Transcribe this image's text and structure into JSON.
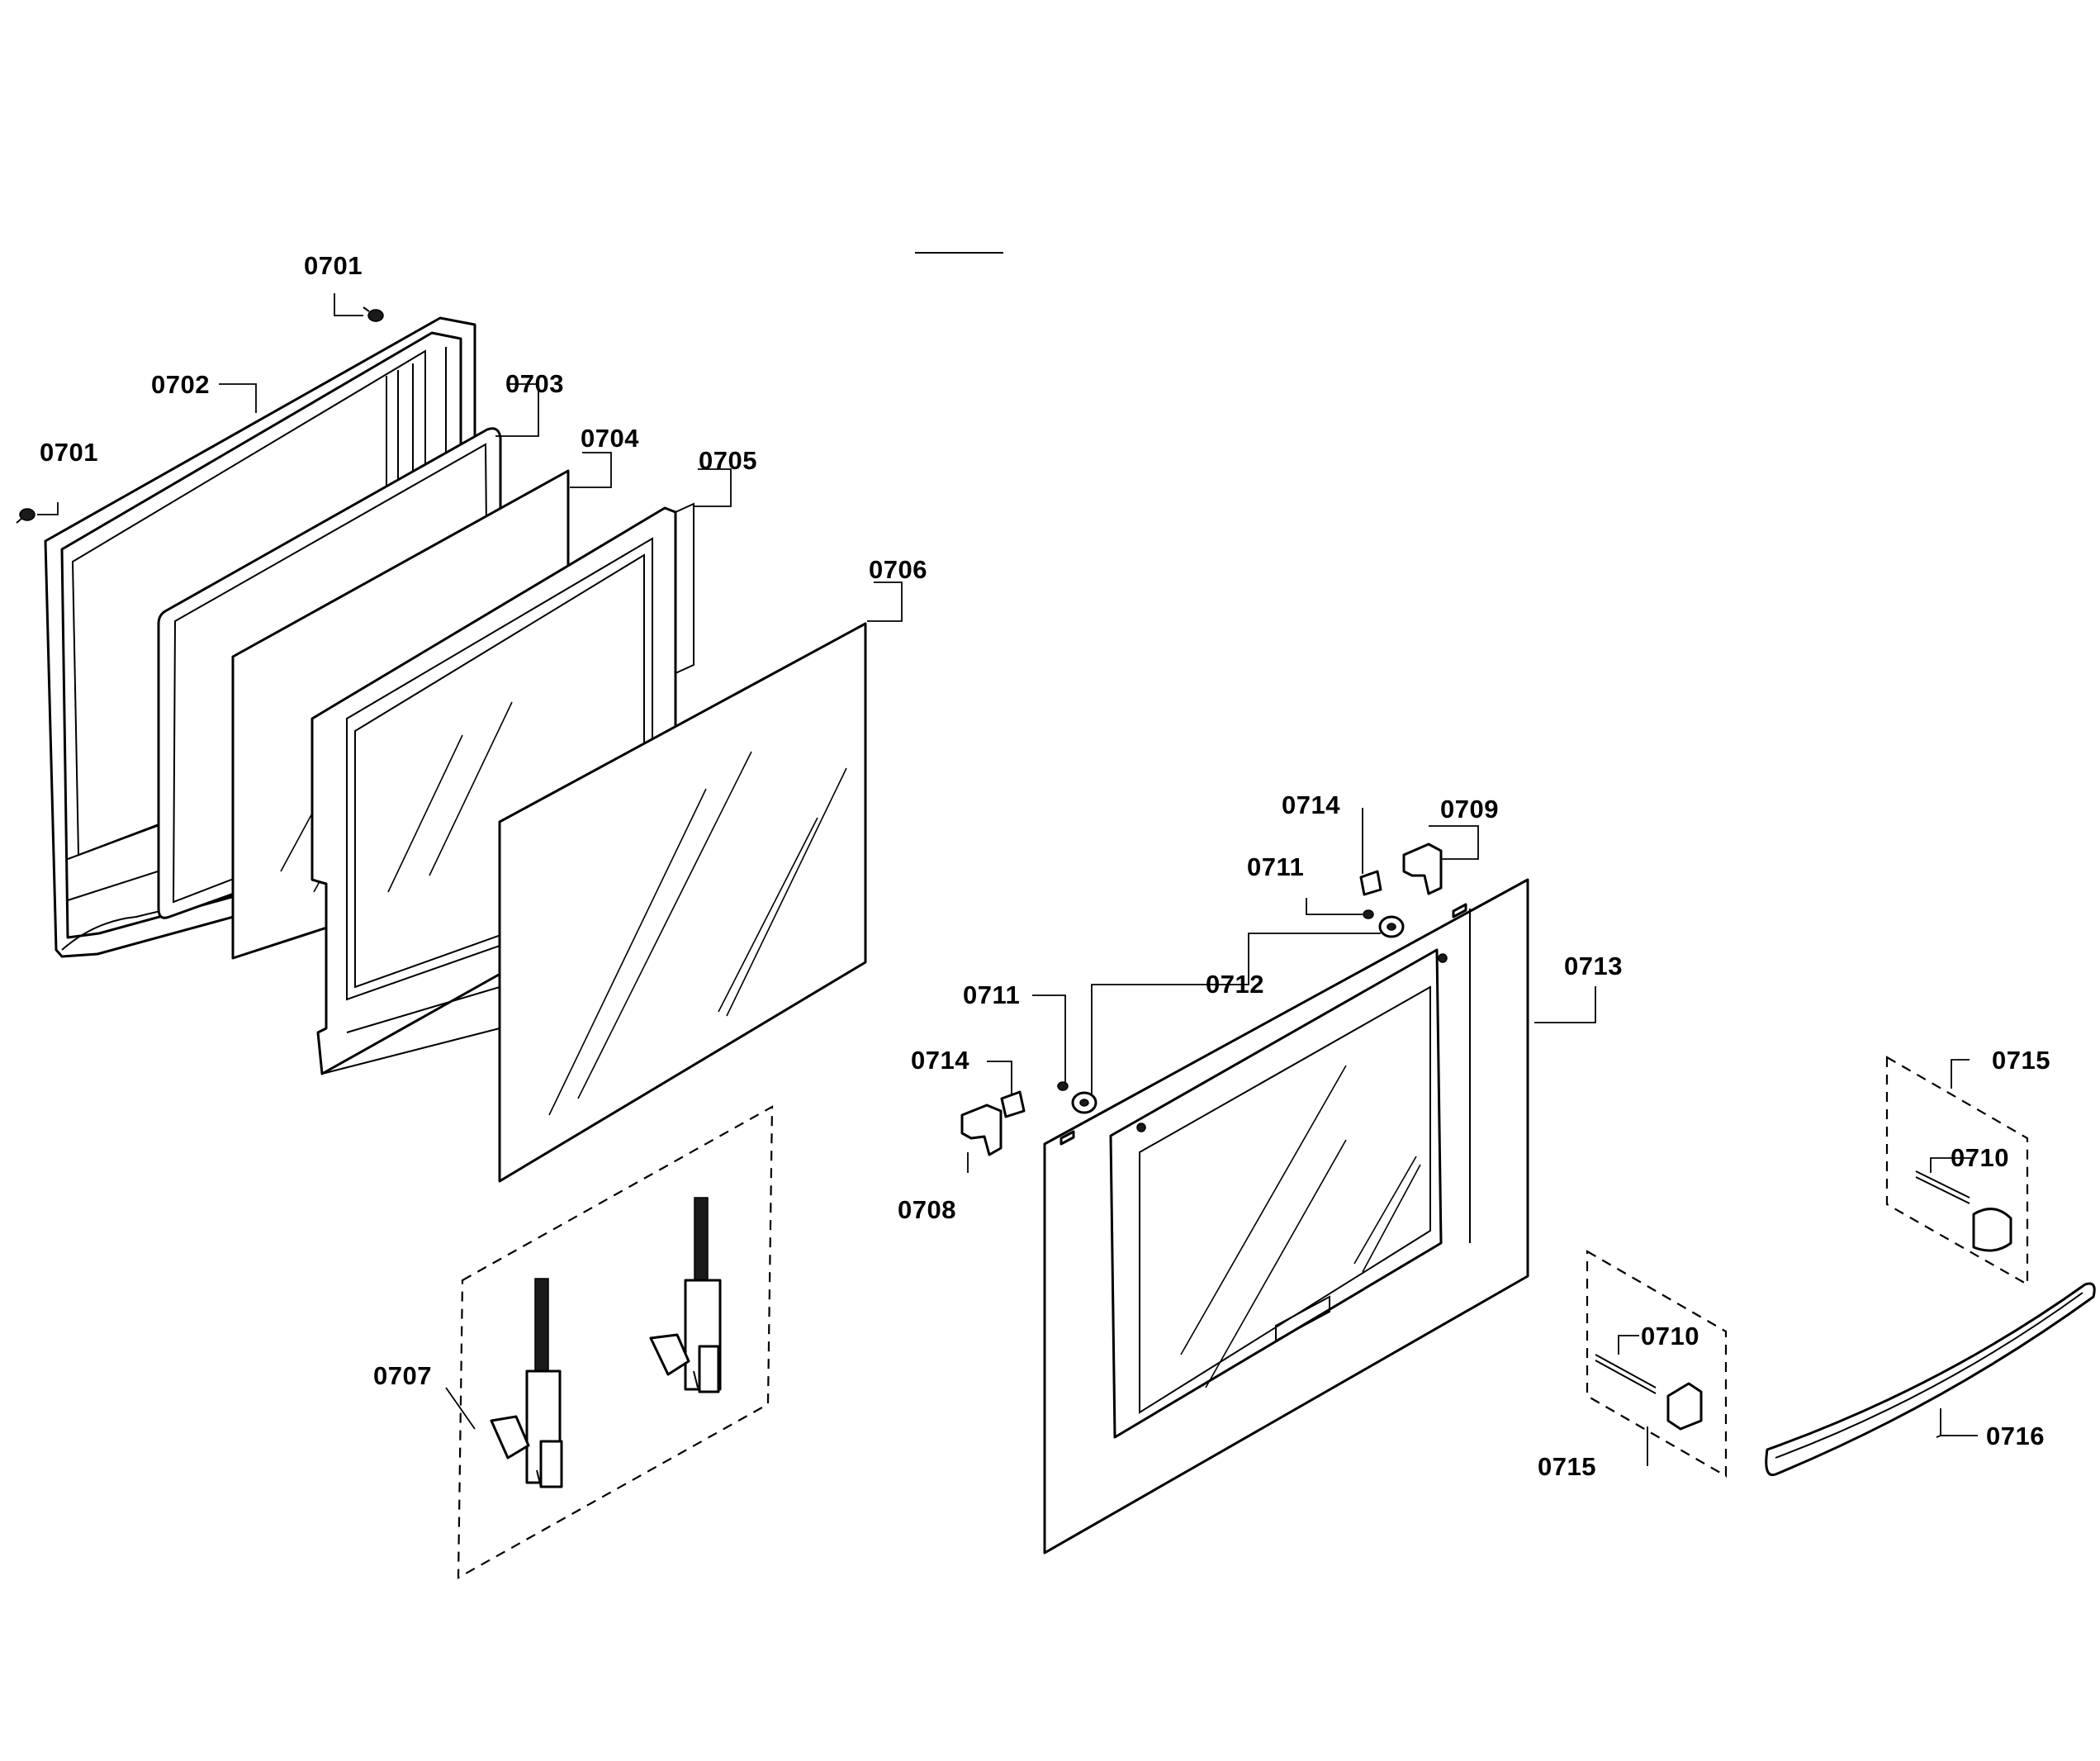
{
  "callouts": {
    "c0701a": "0701",
    "c0701b": "0701",
    "c0702": "0702",
    "c0703": "0703",
    "c0704": "0704",
    "c0705": "0705",
    "c0706": "0706",
    "c0707": "0707",
    "c0708": "0708",
    "c0709": "0709",
    "c0710a": "0710",
    "c0710b": "0710",
    "c0711a": "0711",
    "c0711b": "0711",
    "c0712": "0712",
    "c0713": "0713",
    "c0714a": "0714",
    "c0714b": "0714",
    "c0715a": "0715",
    "c0715b": "0715",
    "c0716": "0716"
  }
}
